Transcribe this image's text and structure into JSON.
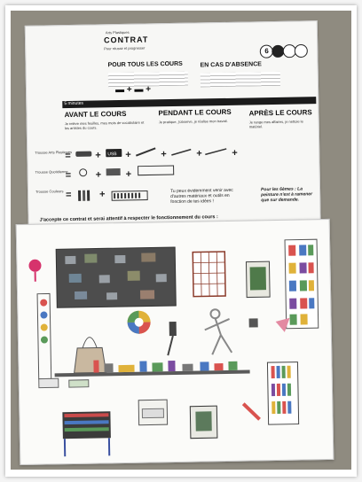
{
  "contract": {
    "header_small": "Arts Plastiques",
    "title": "CONTRAT",
    "subtitle": "Pour réussir et progresser",
    "number": "6",
    "sections": [
      {
        "title": "POUR TOUS LES COURS"
      },
      {
        "title": "EN CAS D'ABSENCE"
      },
      {
        "title": "AVANT LE COURS"
      },
      {
        "title": "PENDANT LE COURS"
      },
      {
        "title": "APRÈS LE COURS"
      }
    ],
    "bar_label": "5 minutes",
    "before_text": "Je relève mes feuilles, mes mots de vocabulaire et les artistes du cours.",
    "during_text": "Je pratique, j'observe, je réalise mon travail.",
    "after_text": "Je range mes affaires, je nettoie le matériel.",
    "note_text": "Tu peux évidemment venir avec d'autres matériaux et outils en fonction de tes idées !",
    "paint_text": "Pour les 6èmes : La peinture n'est à ramener que sur demande.",
    "labels": [
      "Trousse Arts Plastiques",
      "Trousse Quotidienne",
      "Trousse Couleurs"
    ],
    "footer": "J'accepte ce contrat et serai attentif à respecter le fonctionnement du cours :",
    "usb_label": "USB"
  },
  "colors": {
    "contract_bg": "#f7f7f5",
    "paper": "#fbfbf9",
    "dark_bar": "#1b1b1b",
    "table": "#5a5a5a"
  }
}
